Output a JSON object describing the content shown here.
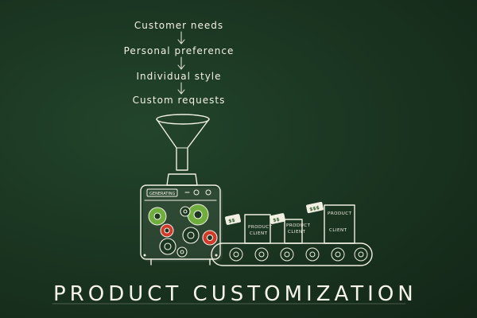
{
  "needs": [
    "Customer needs",
    "Personal preference",
    "Individual style",
    "Custom requests"
  ],
  "title": "PRODUCT CUSTOMIZATION",
  "machine": {
    "panel_label": "GENERATING",
    "box_labels": [
      "PRODUCT",
      "CLIENT"
    ]
  },
  "colors": {
    "board": "#1b3622",
    "chalk": "#f1efe2",
    "gear_green": "#6fae3c",
    "gear_red": "#d03a2a"
  }
}
